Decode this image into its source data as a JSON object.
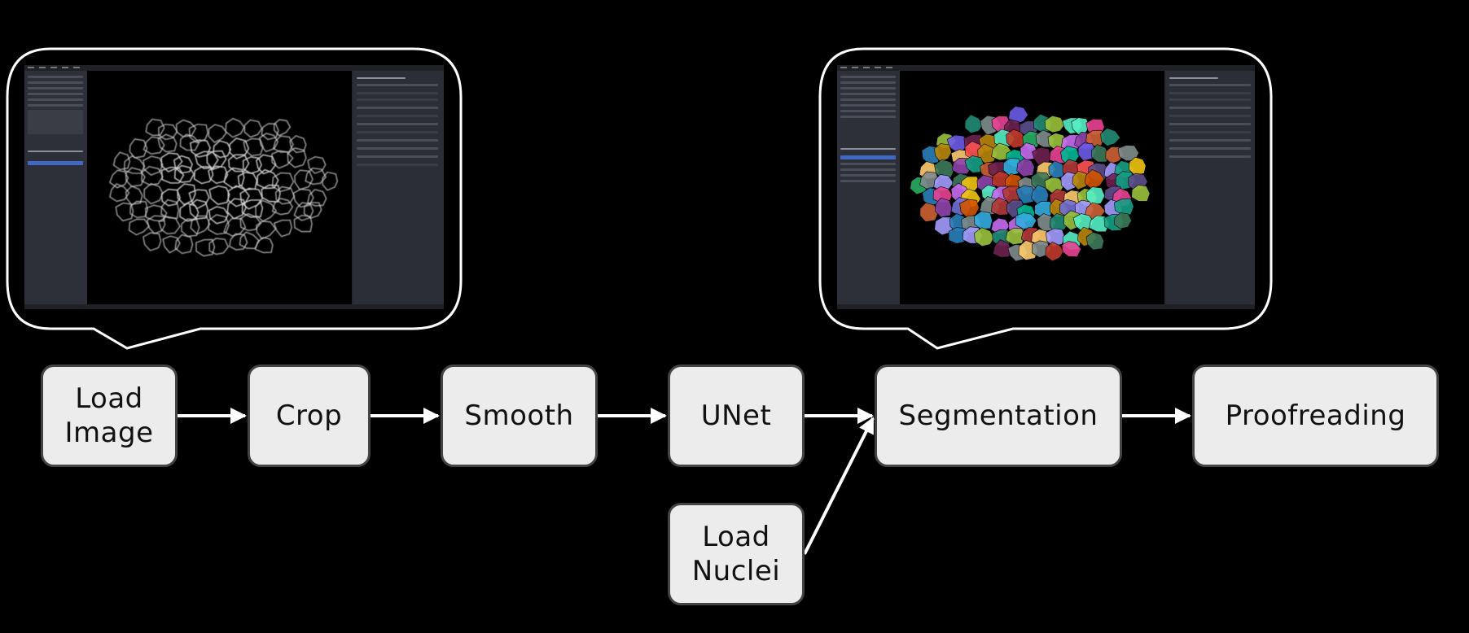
{
  "diagram": {
    "nodes": [
      {
        "id": "load-image",
        "label": "Load\nImage"
      },
      {
        "id": "crop",
        "label": "Crop"
      },
      {
        "id": "smooth",
        "label": "Smooth"
      },
      {
        "id": "unet",
        "label": "UNet"
      },
      {
        "id": "segmentation",
        "label": "Segmentation"
      },
      {
        "id": "proofreading",
        "label": "Proofreading"
      },
      {
        "id": "load-nuclei",
        "label": "Load\nNuclei"
      }
    ],
    "edges": [
      {
        "from": "load-image",
        "to": "crop"
      },
      {
        "from": "crop",
        "to": "smooth"
      },
      {
        "from": "smooth",
        "to": "unet"
      },
      {
        "from": "unet",
        "to": "segmentation"
      },
      {
        "from": "segmentation",
        "to": "proofreading"
      },
      {
        "from": "load-nuclei",
        "to": "segmentation"
      }
    ],
    "callouts": [
      {
        "attached_to": "load-image",
        "content": "napari window with raw grayscale cell-membrane image"
      },
      {
        "attached_to": "segmentation",
        "content": "napari window with colored cell segmentation labels"
      }
    ],
    "colors": {
      "background": "#000000",
      "node_fill": "#ececec",
      "node_border": "#444444",
      "node_text": "#111111",
      "arrow": "#ffffff",
      "callout_border": "#ffffff"
    }
  }
}
